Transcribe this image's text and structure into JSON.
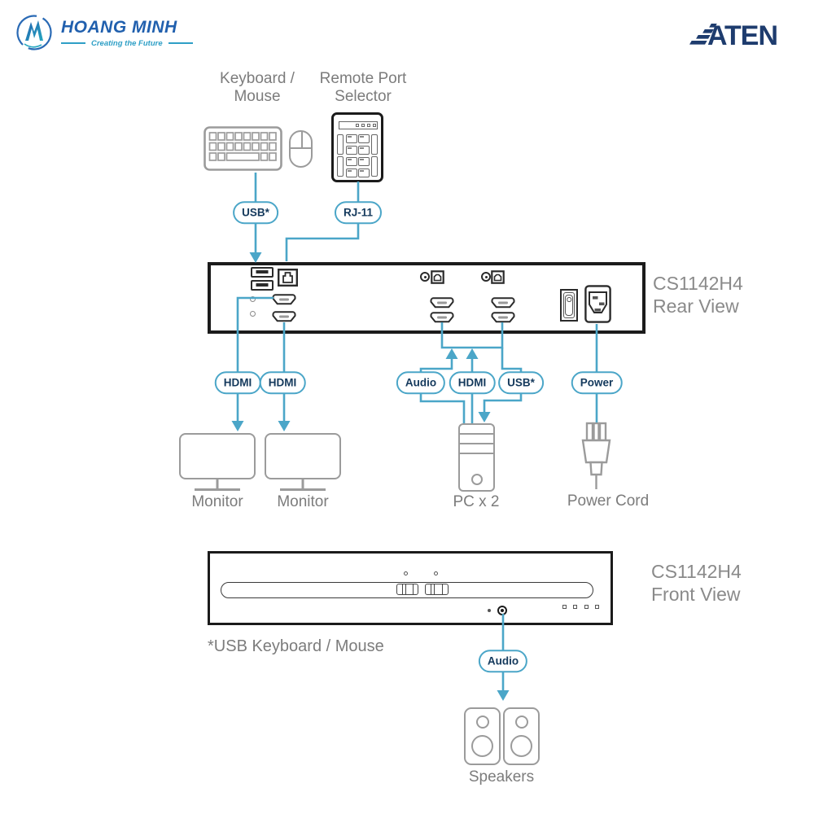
{
  "colors": {
    "line_blue": "#4BA6C8",
    "pill_text": "#14395C",
    "icon_gray": "#9B9B9B",
    "label_gray": "#7C7C7C",
    "device_black": "#1B1B1B",
    "port_dark": "#2B2B2B",
    "logo_blue": "#2160AE",
    "logo_teal": "#2E9FC6",
    "aten_navy": "#1E3C6E"
  },
  "header": {
    "hoang_minh": {
      "name": "HOANG MINH",
      "tagline": "Creating the Future"
    },
    "aten": "ATEN"
  },
  "peripherals": {
    "keyboard_mouse": {
      "line1": "Keyboard /",
      "line2": "Mouse"
    },
    "remote_selector": {
      "line1": "Remote Port",
      "line2": "Selector"
    },
    "monitor_1": "Monitor",
    "monitor_2": "Monitor",
    "pc": "PC x 2",
    "power_cord": "Power Cord",
    "speakers": "Speakers"
  },
  "connectors": {
    "usb_console": "USB*",
    "rj11": "RJ-11",
    "hdmi_display_1": "HDMI",
    "hdmi_display_2": "HDMI",
    "audio_pc": "Audio",
    "hdmi_pc": "HDMI",
    "usb_pc": "USB*",
    "power": "Power",
    "audio_front": "Audio"
  },
  "device": {
    "rear": {
      "model": "CS1142H4",
      "view": "Rear View"
    },
    "front": {
      "model": "CS1142H4",
      "view": "Front View"
    }
  },
  "footnote": "*USB Keyboard / Mouse"
}
